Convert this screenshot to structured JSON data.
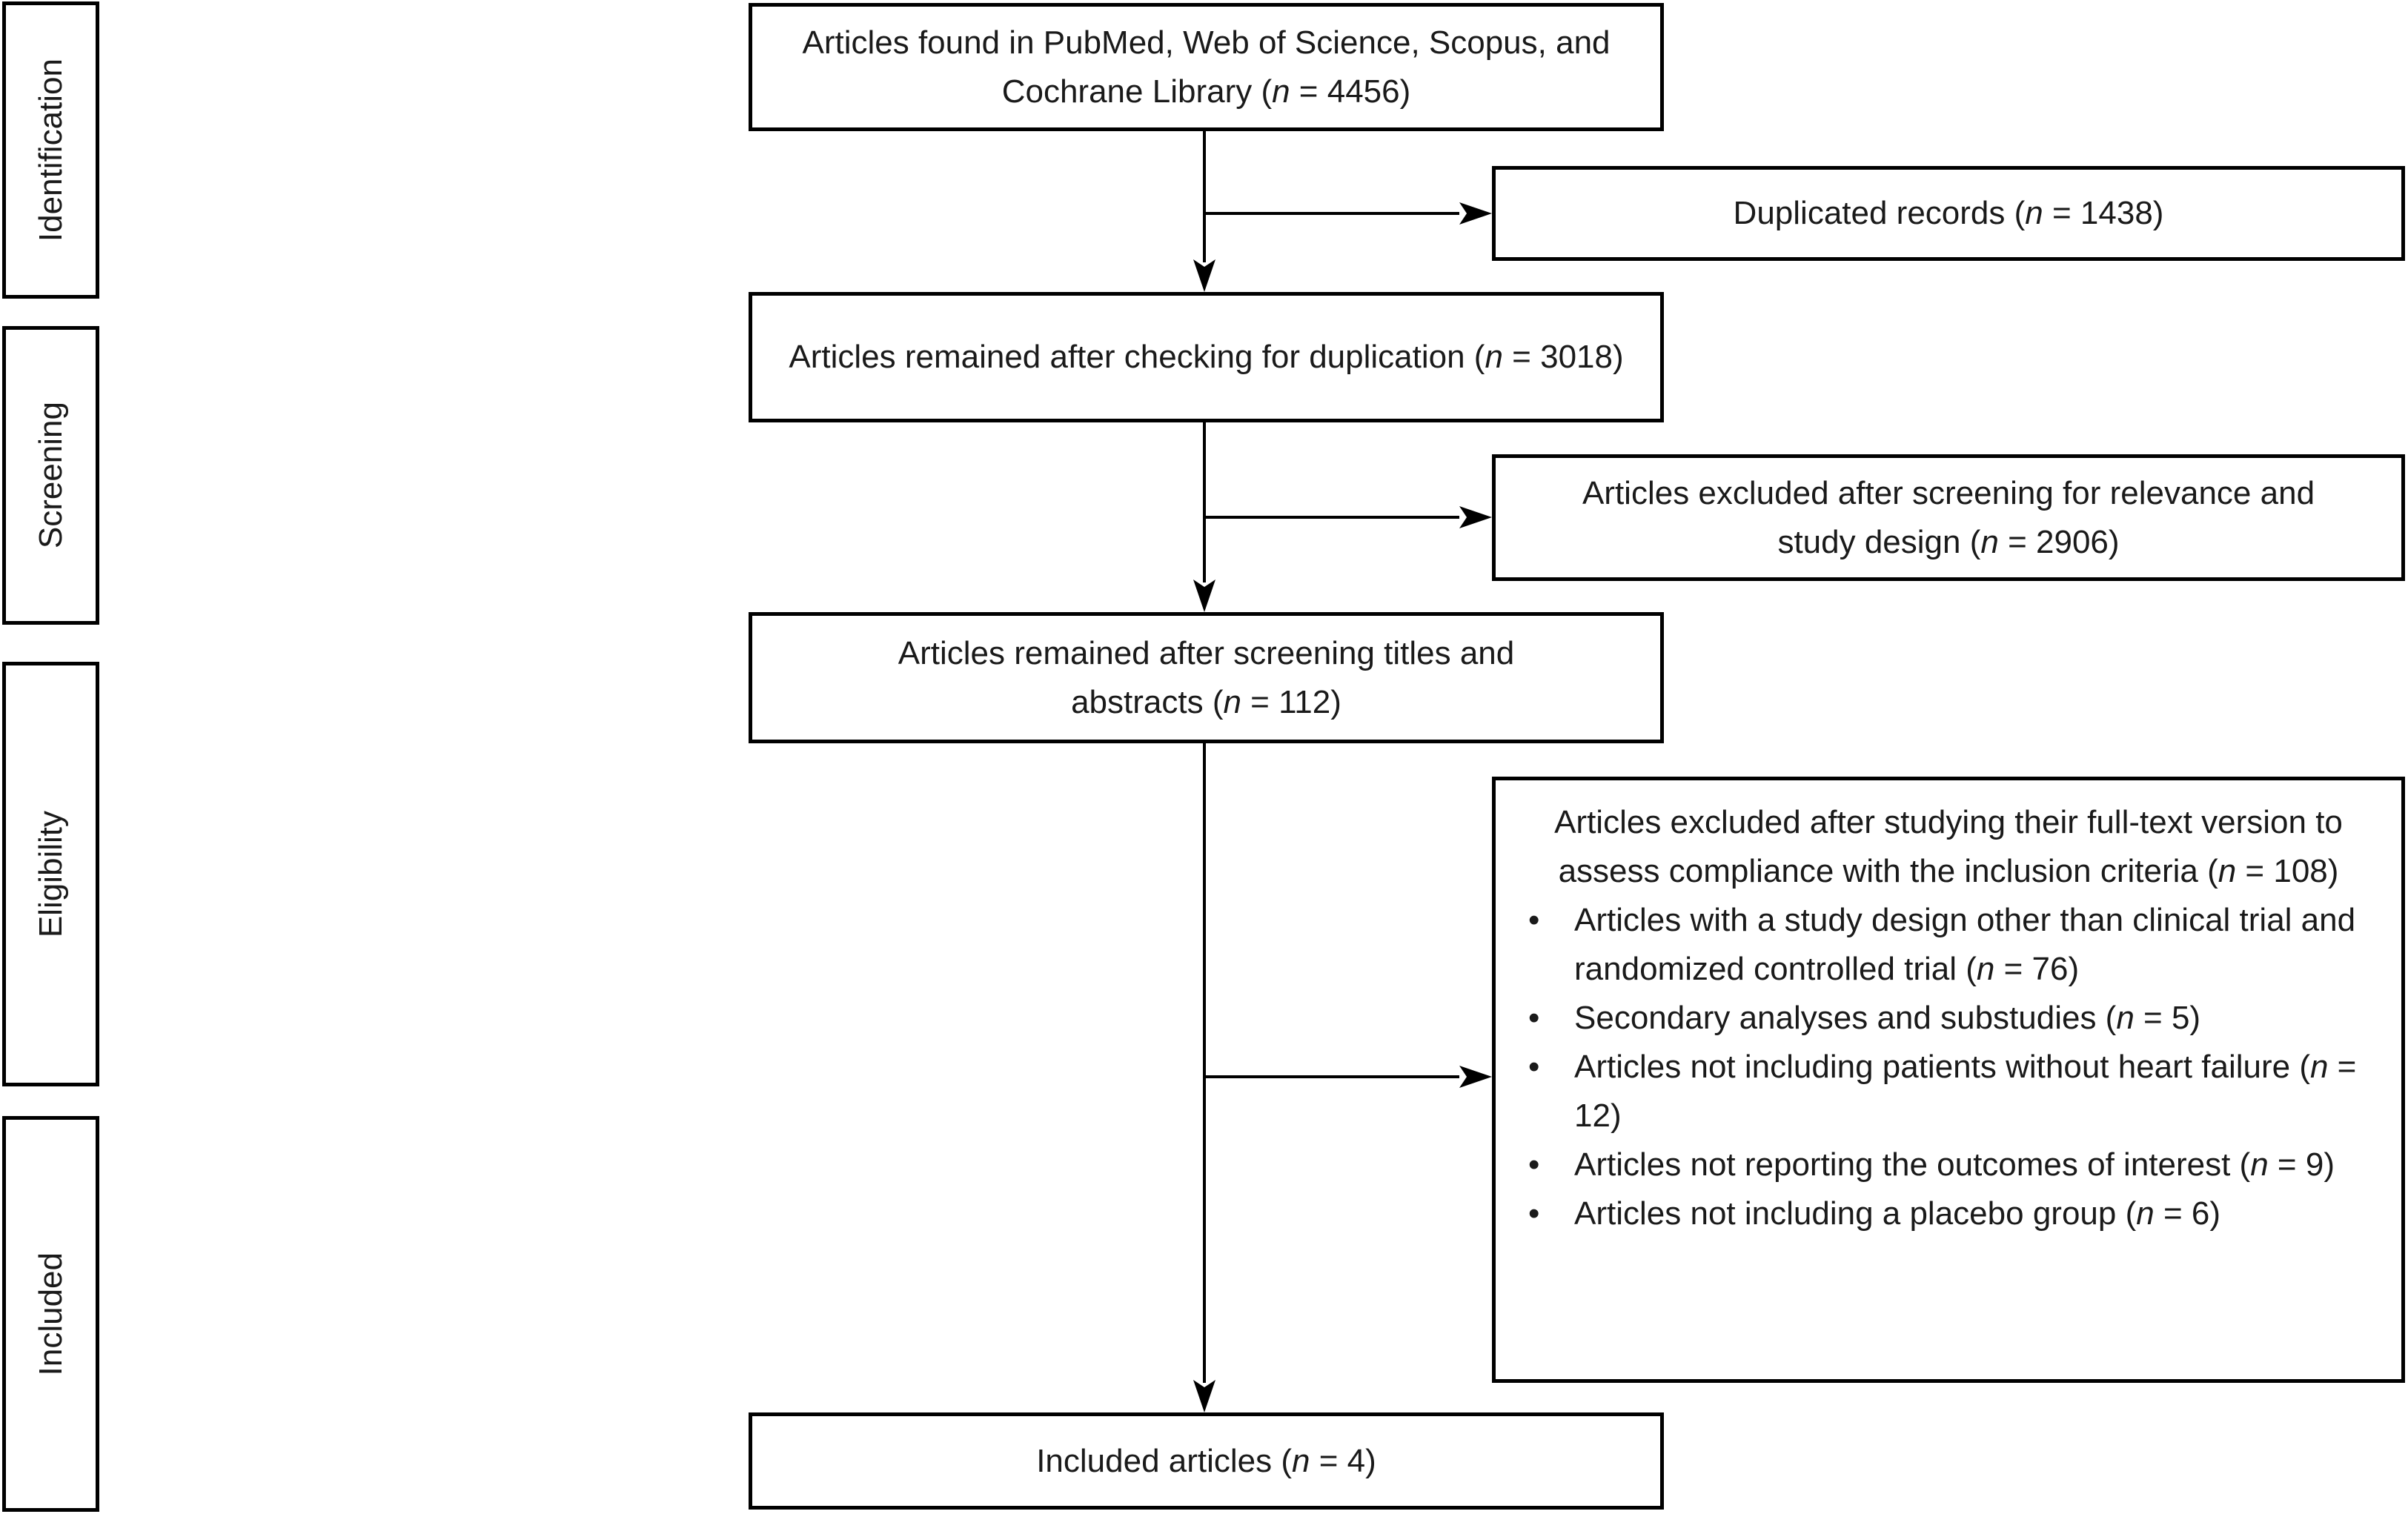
{
  "figure": {
    "type": "prisma-flow-diagram",
    "stages": {
      "identification": "Identification",
      "screening": "Screening",
      "eligibility": "Eligibility",
      "included": "Included"
    },
    "flow": {
      "found": "Articles found in PubMed, Web of Science, Scopus, and Cochrane Library (n = 4456)",
      "after_duplication_check": "Articles remained after checking for duplication (n = 3018)",
      "after_title_abstract_screening": "Articles remained after screening titles and abstracts (n = 112)",
      "included_articles": "Included articles (n = 4)"
    },
    "exclusions": {
      "duplicated_records": "Duplicated records (n = 1438)",
      "screening_exclusion": "Articles excluded after screening for relevance and study design (n = 2906)",
      "fulltext_exclusion_header": "Articles excluded after studying their full-text version to assess compliance with the inclusion criteria (n = 108)",
      "fulltext_exclusion_reasons": [
        "Articles with a study design other than clinical trial and randomized controlled trial (n = 76)",
        "Secondary analyses and substudies (n = 5)",
        "Articles not including patients without heart failure (n = 12)",
        "Articles not reporting the outcomes of interest (n = 9)",
        "Articles not including a placebo group (n = 6)"
      ]
    },
    "colors": {
      "border": "#000000",
      "text": "#1a1a1a",
      "background": "#ffffff"
    }
  }
}
